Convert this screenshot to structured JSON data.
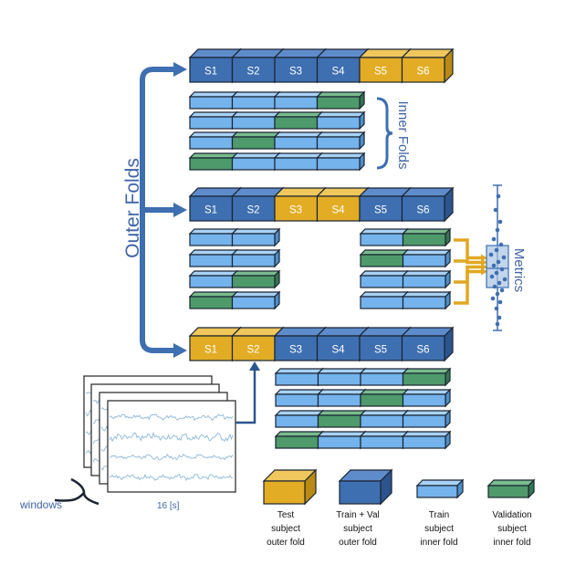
{
  "colors": {
    "test_face": "#E2AD25",
    "test_top": "#F0C75C",
    "test_side": "#B98A14",
    "trainval_face": "#3E6FB0",
    "trainval_top": "#5E8CCB",
    "trainval_side": "#2C558F",
    "train_face": "#74B3EC",
    "train_top": "#A8D2F6",
    "train_side": "#4E8FC8",
    "val_face": "#4E9A6A",
    "val_top": "#79BC8E",
    "val_side": "#347650",
    "label_blue": "#3F64A6",
    "arrow_blue": "#3E6FB0",
    "connector_gold": "#E0A822",
    "signal": "#8DB8DA"
  },
  "labels": {
    "outer_folds": "Outer Folds",
    "inner_folds": "Inner Folds",
    "metrics": "Metrics",
    "windows": "windows",
    "duration": "16 [s]"
  },
  "outer_fold_rows": [
    {
      "cells": [
        {
          "label": "S1",
          "role": "trainval"
        },
        {
          "label": "S2",
          "role": "trainval"
        },
        {
          "label": "S3",
          "role": "trainval"
        },
        {
          "label": "S4",
          "role": "trainval"
        },
        {
          "label": "S5",
          "role": "test"
        },
        {
          "label": "S6",
          "role": "test"
        }
      ]
    },
    {
      "cells": [
        {
          "label": "S1",
          "role": "trainval"
        },
        {
          "label": "S2",
          "role": "trainval"
        },
        {
          "label": "S3",
          "role": "test"
        },
        {
          "label": "S4",
          "role": "test"
        },
        {
          "label": "S5",
          "role": "trainval"
        },
        {
          "label": "S6",
          "role": "trainval"
        }
      ]
    },
    {
      "cells": [
        {
          "label": "S1",
          "role": "test"
        },
        {
          "label": "S2",
          "role": "test"
        },
        {
          "label": "S3",
          "role": "trainval"
        },
        {
          "label": "S4",
          "role": "trainval"
        },
        {
          "label": "S5",
          "role": "trainval"
        },
        {
          "label": "S6",
          "role": "trainval"
        }
      ]
    }
  ],
  "inner_fold_groups": [
    {
      "rows": [
        [
          "train",
          "train",
          "train",
          "val"
        ],
        [
          "train",
          "train",
          "val",
          "train"
        ],
        [
          "train",
          "val",
          "train",
          "train"
        ],
        [
          "val",
          "train",
          "train",
          "train"
        ]
      ]
    },
    {
      "rows": [
        [
          "train",
          "train"
        ],
        [
          "train",
          "train"
        ],
        [
          "train",
          "val"
        ],
        [
          "val",
          "train"
        ]
      ]
    },
    {
      "rows": [
        [
          "train",
          "val"
        ],
        [
          "val",
          "train"
        ],
        [
          "train",
          "train"
        ],
        [
          "train",
          "train"
        ]
      ]
    },
    {
      "rows": [
        [
          "train",
          "train",
          "train",
          "val"
        ],
        [
          "train",
          "train",
          "val",
          "train"
        ],
        [
          "train",
          "val",
          "train",
          "train"
        ],
        [
          "val",
          "train",
          "train",
          "train"
        ]
      ]
    }
  ],
  "legend": [
    {
      "role": "test",
      "lines": [
        "Test",
        "subject",
        "outer fold"
      ]
    },
    {
      "role": "trainval",
      "lines": [
        "Train + Val",
        "subject",
        "outer fold"
      ]
    },
    {
      "role": "train",
      "lines": [
        "Train",
        "subject",
        "inner fold"
      ]
    },
    {
      "role": "val",
      "lines": [
        "Validation",
        "subject",
        "inner fold"
      ]
    }
  ]
}
